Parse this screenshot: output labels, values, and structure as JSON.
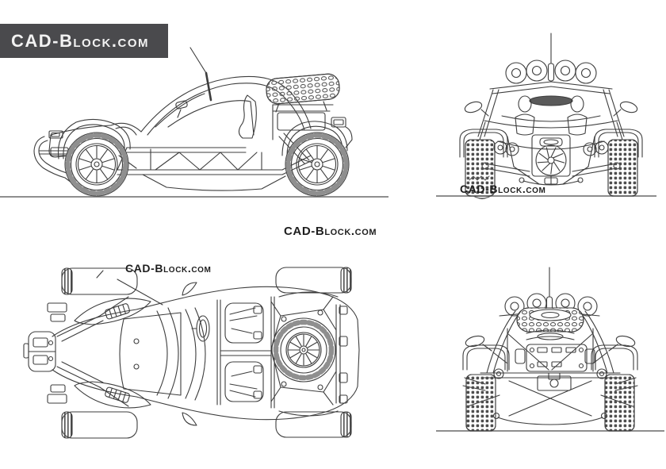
{
  "banner": {
    "label": "CAD-Block.com",
    "background": "#4a4a4d",
    "text_color": "#f2f2f2"
  },
  "watermarks": {
    "center": {
      "label": "CAD-Block.com"
    },
    "top_view": {
      "label": "CAD-Block.com"
    },
    "front_view": {
      "label": "CAD-Block.com"
    }
  },
  "drawing": {
    "line_color": "#3d3d3d",
    "ground_line_color": "#7e7e7e",
    "subject": "off-road buggy blueprint",
    "views": [
      "side",
      "front",
      "top",
      "rear"
    ]
  }
}
